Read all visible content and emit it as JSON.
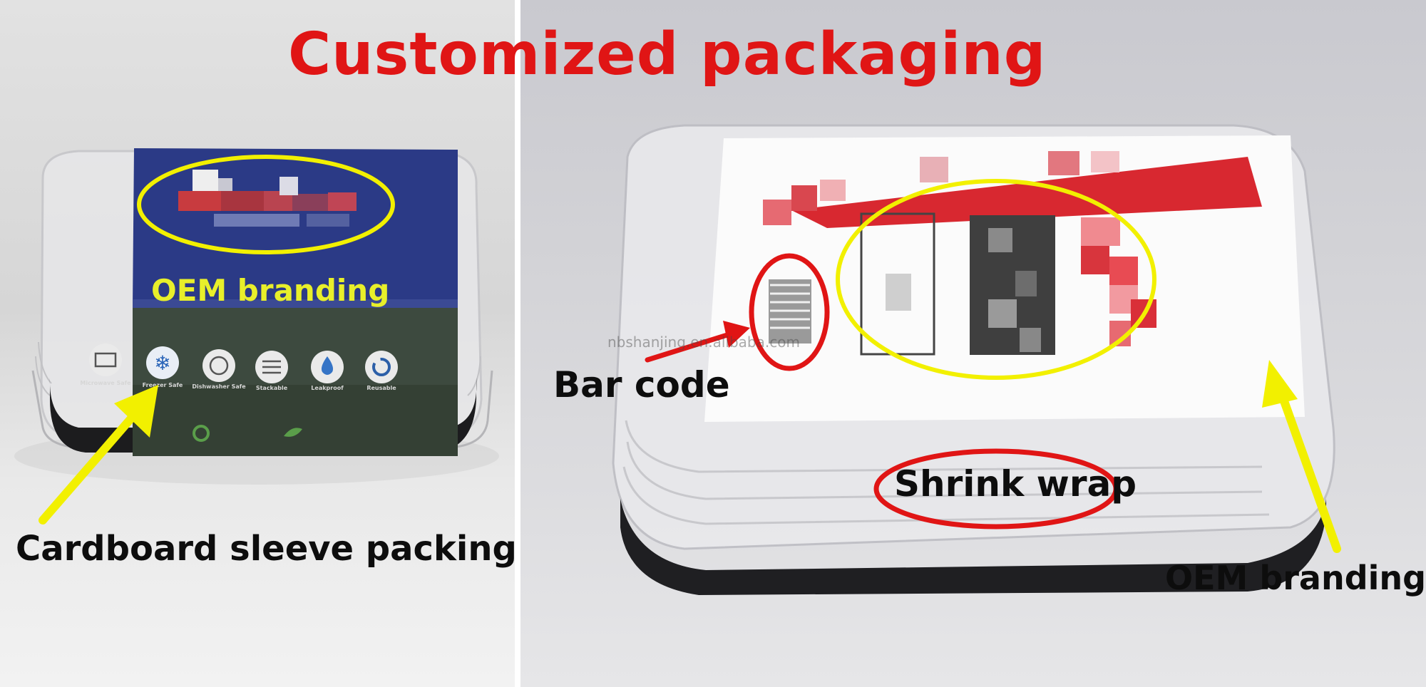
{
  "title": "Customized packaging",
  "labels": {
    "oem_branding_left": "OEM branding",
    "cardboard_sleeve": "Cardboard sleeve packing",
    "bar_code": "Bar code",
    "shrink_wrap": "Shrink wrap",
    "oem_branding_right": "OEM branding"
  },
  "icons": [
    {
      "name": "microwave-safe-icon",
      "text": "Microwave Safe"
    },
    {
      "name": "freezer-safe-icon",
      "text": "Freezer Safe"
    },
    {
      "name": "dishwasher-safe-icon",
      "text": "Dishwasher Safe"
    },
    {
      "name": "stackable-icon",
      "text": "Stackable"
    },
    {
      "name": "leakproof-icon",
      "text": "Leakproof"
    },
    {
      "name": "reusable-icon",
      "text": "Reusable"
    }
  ],
  "watermark": "nbshanjing.en.alibaba.com",
  "colors": {
    "title_red": "#e01515",
    "annotation_yellow": "#f2f000",
    "annotation_red": "#e01515",
    "sleeve_blue": "#2b3a86",
    "sleeve_green": "#3d4a3f"
  }
}
